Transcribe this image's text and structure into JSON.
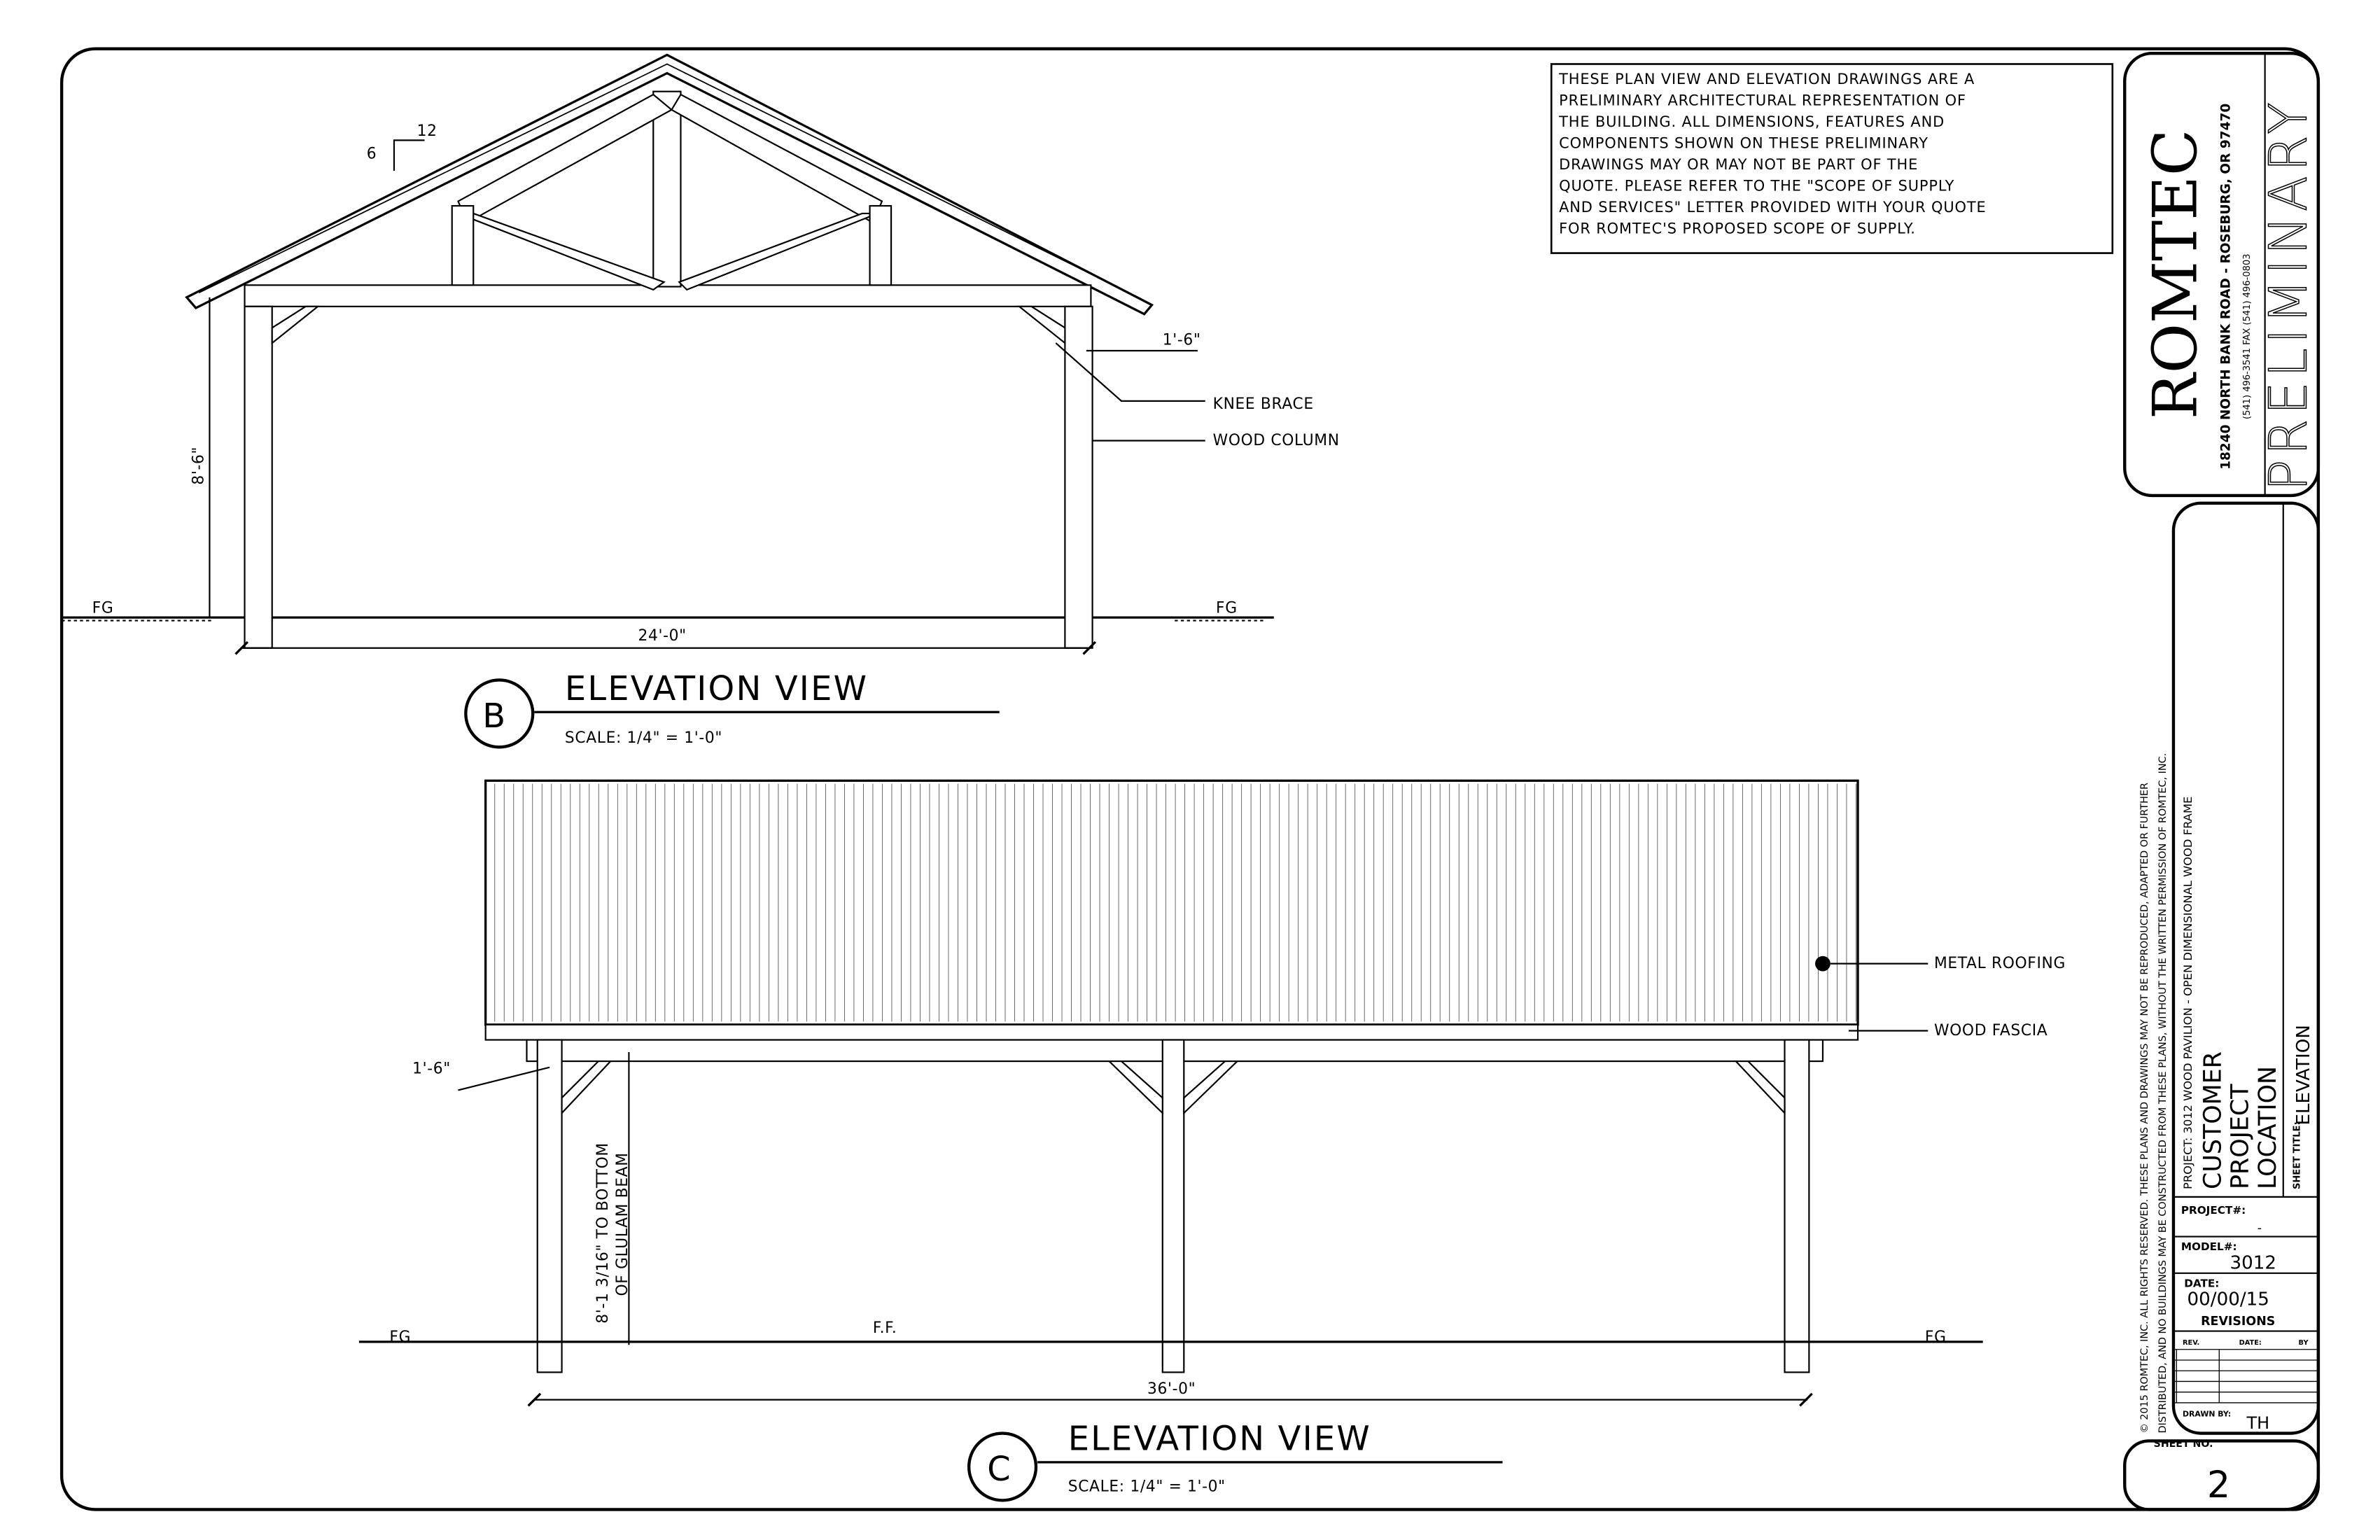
{
  "notes": {
    "lines": [
      "THESE PLAN VIEW AND ELEVATION DRAWINGS ARE A",
      "PRELIMINARY ARCHITECTURAL REPRESENTATION OF",
      "THE BUILDING. ALL DIMENSIONS, FEATURES AND",
      "COMPONENTS SHOWN ON THESE PRELIMINARY",
      "DRAWINGS MAY OR MAY NOT BE PART OF THE",
      "QUOTE. PLEASE REFER TO THE \"SCOPE OF SUPPLY",
      "AND SERVICES\" LETTER PROVIDED WITH YOUR QUOTE",
      "FOR ROMTEC'S PROPOSED SCOPE OF SUPPLY."
    ]
  },
  "elevation_b": {
    "label": "B",
    "title": "ELEVATION VIEW",
    "scale": "SCALE: 1/4\" = 1'-0\"",
    "pitch_rise": "6",
    "pitch_run": "12",
    "height_dim": "8'-6\"",
    "width_dim": "24'-0\"",
    "overhang_dim": "1'-6\"",
    "knee_brace": "KNEE BRACE",
    "wood_column": "WOOD COLUMN",
    "fg_left": "FG",
    "fg_right": "FG"
  },
  "elevation_c": {
    "label": "C",
    "title": "ELEVATION VIEW",
    "scale": "SCALE: 1/4\" = 1'-0\"",
    "metal_roofing": "METAL ROOFING",
    "wood_fascia": "WOOD FASCIA",
    "overhang_dim": "1'-6\"",
    "height_line1": "8'-1 3/16\" TO BOTTOM",
    "height_line2": "OF GLULAM BEAM",
    "width_dim": "36'-0\"",
    "ff": "F.F.",
    "fg_left": "FG",
    "fg_right": "FG"
  },
  "title_block": {
    "company": "ROMTEC",
    "address": "18240 NORTH BANK ROAD - ROSEBURG, OR 97470",
    "phone": "(541) 496-3541     FAX (541) 496-0803",
    "stamp": "PRELIMINARY",
    "copyright_line1": "© 2015 ROMTEC, INC.  ALL RIGHTS RESERVED.  THESE PLANS AND DRAWINGS MAY NOT BE REPRODUCED, ADAPTED OR FURTHER",
    "copyright_line2": "DISTRIBUTED, AND NO BUILDINGS MAY BE CONSTRUCTED FROM THESE PLANS, WITHOUT THE WRITTEN PERMISSION OF ROMTEC, INC.",
    "project": "PROJECT: 3012 WOOD PAVILION - OPEN DIMENSIONAL WOOD FRAME",
    "customer": "CUSTOMER",
    "project_name": "PROJECT",
    "location": "LOCATION",
    "sheet_title_label": "SHEET TITLE:",
    "sheet_title": "ELEVATION",
    "project_no_label": "PROJECT#:",
    "project_no": "-",
    "model_label": "MODEL#:",
    "model": "3012",
    "date_label": "DATE:",
    "date": "00/00/15",
    "revisions": "REVISIONS",
    "rev_col": "REV.",
    "date_col": "DATE:",
    "by_col": "BY",
    "drawn_by_label": "DRAWN BY:",
    "drawn_by": "TH",
    "sheet_no_label": "SHEET NO.",
    "sheet_no": "2"
  }
}
